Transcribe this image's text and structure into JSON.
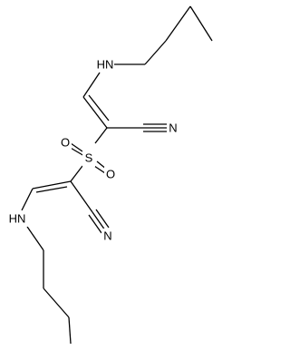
{
  "molecule": {
    "atoms": {
      "n_top": "HN",
      "n_bottom": "HN",
      "cn_top": "N",
      "cn_bottom": "N",
      "o_left": "O",
      "o_right": "O",
      "s": "S"
    }
  },
  "colors": {
    "bond": "#000000",
    "background": "#ffffff"
  }
}
